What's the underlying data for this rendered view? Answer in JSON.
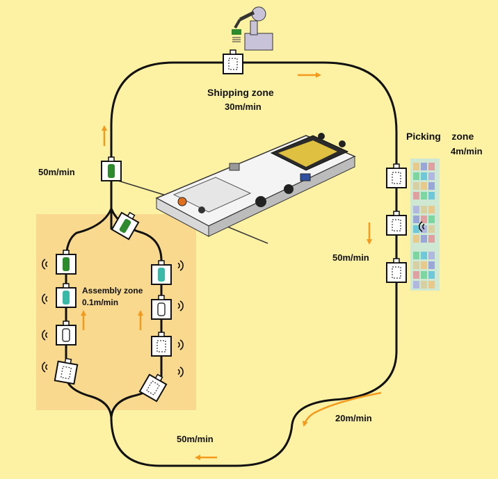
{
  "zones": {
    "shipping": {
      "name": "Shipping zone",
      "speed": "30m/min"
    },
    "picking": {
      "name": "Picking    zone",
      "speed": "4m/min"
    },
    "assembly": {
      "name": "Assembly zone",
      "speed": "0.1m/min"
    }
  },
  "speeds": {
    "left_riser": "50m/min",
    "right_side": "50m/min",
    "bottom_right_curve": "20m/min",
    "bottom": "50m/min"
  },
  "colors": {
    "background": "#fdf1a4",
    "assembly_area": "#f8d98d",
    "track": "#111111",
    "arrow": "#f39a1c",
    "picking_rack": "#cfe8d4",
    "cart_green": "#2d8a2d",
    "cart_teal": "#3ab8a8"
  }
}
